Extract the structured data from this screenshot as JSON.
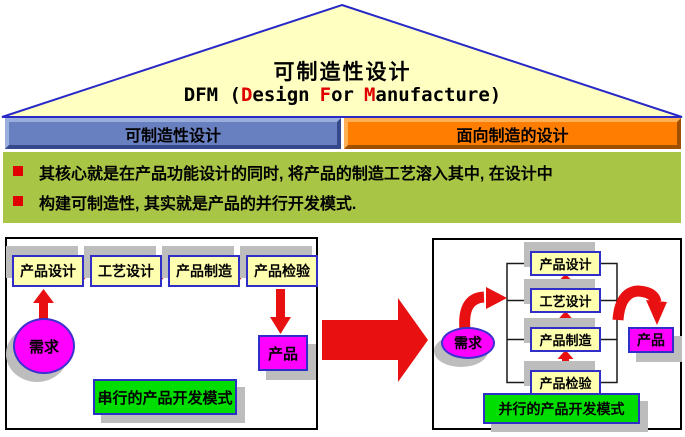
{
  "header": {
    "title_cn": "可制造性设计",
    "dfm": {
      "s1": "DFM (",
      "d": "D",
      "s2": "esign",
      "f": "F",
      "s3": "or",
      "m": "M",
      "s4": "anufacture)"
    }
  },
  "bars": {
    "left_label": "可制造性设计",
    "right_label": "面向制造的设计"
  },
  "summary": {
    "bullets": [
      "其核心就是在产品功能设计的同时, 将产品的制造工艺溶入其中, 在设计中",
      "构建可制造性, 其实就是产品的并行开发模式."
    ]
  },
  "serial": {
    "steps": [
      "产品设计",
      "工艺设计",
      "产品制造",
      "产品检验"
    ],
    "need_label": "需求",
    "product_label": "产品",
    "caption": "串行的产品开发模式"
  },
  "parallel": {
    "steps": [
      "产品设计",
      "工艺设计",
      "产品制造",
      "产品检验"
    ],
    "need_label": "需求",
    "product_label": "产品",
    "caption": "并行的产品开发模式"
  },
  "colors": {
    "triangle_fill": "#ffffc2",
    "triangle_border": "#2929c8",
    "bar_left": "#687fc0",
    "bar_right": "#ff7d00",
    "summary_bg": "#a8c545",
    "step_box_fill": "#ffffb0",
    "box_border_blue": "#2f2fc8",
    "magenta": "#ff00ff",
    "caption_green": "#00dd00",
    "arrow_red": "#e81010",
    "bullet_red": "#e00000",
    "shadow_gray": "#bdbdbd"
  }
}
